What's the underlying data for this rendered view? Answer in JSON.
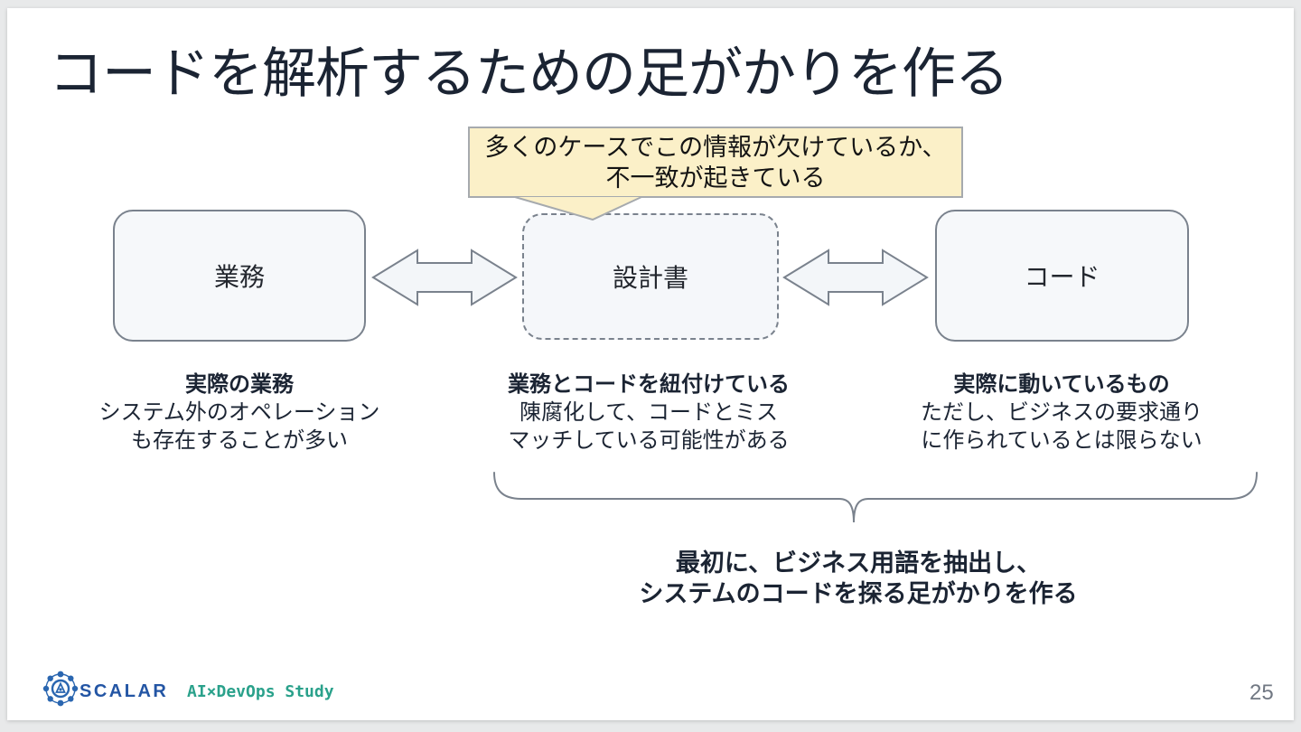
{
  "slide": {
    "title": "コードを解析するための足がかりを作る",
    "page_number": "25"
  },
  "callout": {
    "line1": "多くのケースでこの情報が欠けているか、",
    "line2": "不一致が起きている"
  },
  "diagram": {
    "nodes": [
      {
        "id": "gyomu",
        "label": "業務",
        "border": "solid"
      },
      {
        "id": "sekkeisho",
        "label": "設計書",
        "border": "dashed"
      },
      {
        "id": "code",
        "label": "コード",
        "border": "solid"
      }
    ],
    "captions": [
      {
        "title": "実際の業務",
        "body_line1": "システム外のオペレーション",
        "body_line2": "も存在することが多い"
      },
      {
        "title": "業務とコードを紐付けている",
        "body_line1": "陳腐化して、コードとミス",
        "body_line2": "マッチしている可能性がある"
      },
      {
        "title": "実際に動いているもの",
        "body_line1": "ただし、ビジネスの要求通り",
        "body_line2": "に作られているとは限らない"
      }
    ],
    "note_line1": "最初に、ビジネス用語を抽出し、",
    "note_line2": "システムのコードを探る足がかりを作る"
  },
  "footer": {
    "brand": "SCALAR",
    "event": "AI×DevOps Study"
  },
  "colors": {
    "callout_bg": "#FBF0C8",
    "callout_border": "#A6AAAE",
    "box_fill": "#F6F8FA",
    "outline_gray": "#7A828D",
    "text_dark": "#1B2433",
    "brand_blue": "#2355A4",
    "event_teal": "#2AA18B",
    "page_gray": "#717883"
  }
}
